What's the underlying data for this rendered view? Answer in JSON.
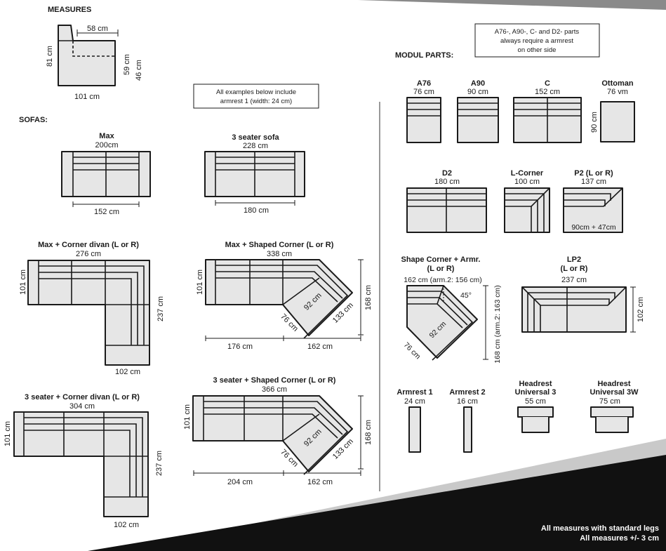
{
  "colors": {
    "line": "#1a1a1a",
    "fill": "#e6e6e6",
    "band_dark": "#111111",
    "band_grey": "#8a8a8a",
    "footer_text": "#ffffff"
  },
  "headings": {
    "measures": "MEASURES",
    "sofas": "SOFAS:",
    "modul_parts": "MODUL PARTS:"
  },
  "measures": {
    "w58": "58 cm",
    "h81": "81 cm",
    "h59": "59 cm",
    "h46": "46 cm",
    "w101": "101 cm"
  },
  "notes": {
    "armrest_note": [
      "All examples below include",
      "armrest 1 (width: 24 cm)"
    ],
    "parts_note": [
      "A76-, A90-, C- and D2- parts",
      "always require a armrest",
      "on other side"
    ]
  },
  "sofas": {
    "max": {
      "title": "Max",
      "size": "200cm",
      "dim": "152 cm"
    },
    "three_seater": {
      "title": "3 seater sofa",
      "size": "228 cm",
      "dim": "180 cm"
    },
    "max_corner_divan": {
      "title": "Max + Corner divan (L or R)",
      "size": "276 cm",
      "left": "101 cm",
      "right": "237 cm",
      "bottom": "102 cm"
    },
    "max_shaped_corner": {
      "title": "Max + Shaped Corner (L or R)",
      "size": "338 cm",
      "left": "101 cm",
      "d92": "92 cm",
      "d76": "76 cm",
      "d133": "133 cm",
      "right": "168 cm",
      "b1": "176 cm",
      "b2": "162 cm"
    },
    "three_corner_divan": {
      "title": "3 seater + Corner divan (L or R)",
      "size": "304 cm",
      "left": "101 cm",
      "right": "237 cm",
      "bottom": "102 cm"
    },
    "three_shaped_corner": {
      "title": "3 seater + Shaped Corner (L or R)",
      "size": "366 cm",
      "left": "101 cm",
      "d92": "92 cm",
      "d76": "76 cm",
      "d133": "133 cm",
      "right": "168 cm",
      "b1": "204 cm",
      "b2": "162 cm"
    }
  },
  "parts": {
    "a76": {
      "title": "A76",
      "size": "76 cm"
    },
    "a90": {
      "title": "A90",
      "size": "90 cm"
    },
    "c": {
      "title": "C",
      "size": "152 cm"
    },
    "ottoman": {
      "title": "Ottoman",
      "size": "76 vm",
      "side": "90 cm"
    },
    "d2": {
      "title": "D2",
      "size": "180 cm"
    },
    "l_corner": {
      "title": "L-Corner",
      "size": "100 cm"
    },
    "p2": {
      "title": "P2 (L or R)",
      "size": "137 cm",
      "inner": "90cm + 47cm"
    },
    "shape_corner": {
      "title1": "Shape Corner + Armr.",
      "title2": "(L or R)",
      "size": "162 cm (arm.2: 156 cm)",
      "angle": "45°",
      "d92": "92 cm",
      "d76": "76 cm",
      "side": "168 cm (arm.2: 163 cm)"
    },
    "lp2": {
      "title1": "LP2",
      "title2": "(L or R)",
      "size": "237 cm",
      "side": "102 cm"
    },
    "armrest1": {
      "title": "Armrest 1",
      "size": "24 cm"
    },
    "armrest2": {
      "title": "Armrest 2",
      "size": "16 cm"
    },
    "headrest3": {
      "title1": "Headrest",
      "title2": "Universal 3",
      "size": "55 cm"
    },
    "headrest3w": {
      "title1": "Headrest",
      "title2": "Universal 3W",
      "size": "75 cm"
    }
  },
  "footer": {
    "line1": "All measures with standard legs",
    "line2": "All measures +/- 3 cm"
  }
}
